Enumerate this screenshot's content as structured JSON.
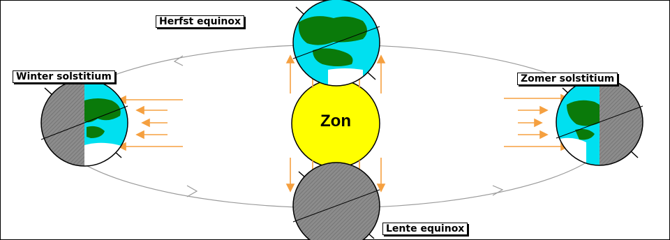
{
  "labels": {
    "autumn_equinox": "Herfst equinox",
    "winter_solstice": "Winter solstitium",
    "summer_solstice": "Zomer solstitium",
    "spring_equinox": "Lente equinox",
    "sun": "Zon"
  },
  "colors": {
    "sun_fill": "#ffff00",
    "arrow": "#f5a040",
    "ocean": "#00e0f0",
    "land": "#0a7a0a",
    "night": "#8c8c8c",
    "orbit": "#9a9a9a"
  }
}
